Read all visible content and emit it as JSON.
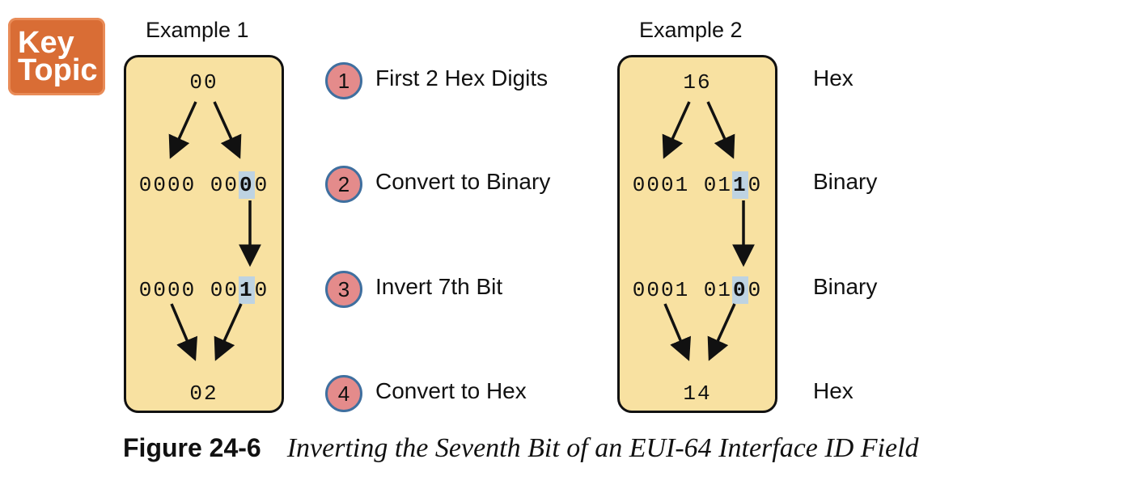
{
  "key_topic": {
    "line1": "Key",
    "line2": "Topic"
  },
  "example1": {
    "title": "Example 1",
    "hex_in": "00",
    "bin1_prefix": "0000 00",
    "bin1_bit": "0",
    "bin1_suffix": "0",
    "bin2_prefix": "0000 00",
    "bin2_bit": "1",
    "bin2_suffix": "0",
    "hex_out": "02"
  },
  "example2": {
    "title": "Example 2",
    "hex_in": "16",
    "bin1_prefix": "0001 01",
    "bin1_bit": "1",
    "bin1_suffix": "0",
    "bin2_prefix": "0001 01",
    "bin2_bit": "0",
    "bin2_suffix": "0",
    "hex_out": "14"
  },
  "steps": [
    {
      "num": "1",
      "label": "First 2 Hex Digits"
    },
    {
      "num": "2",
      "label": "Convert to Binary"
    },
    {
      "num": "3",
      "label": "Invert 7th Bit"
    },
    {
      "num": "4",
      "label": "Convert to Hex"
    }
  ],
  "row_labels": [
    "Hex",
    "Binary",
    "Binary",
    "Hex"
  ],
  "caption": {
    "figure_number": "Figure 24-6",
    "text": "Inverting the Seventh Bit of an EUI-64 Interface ID Field"
  },
  "colors": {
    "panel_fill": "#f8e1a1",
    "highlight": "#bed3e2",
    "badge_fill": "#e48b8b",
    "badge_border": "#3f6f9f",
    "key_topic": "#d96d35"
  }
}
